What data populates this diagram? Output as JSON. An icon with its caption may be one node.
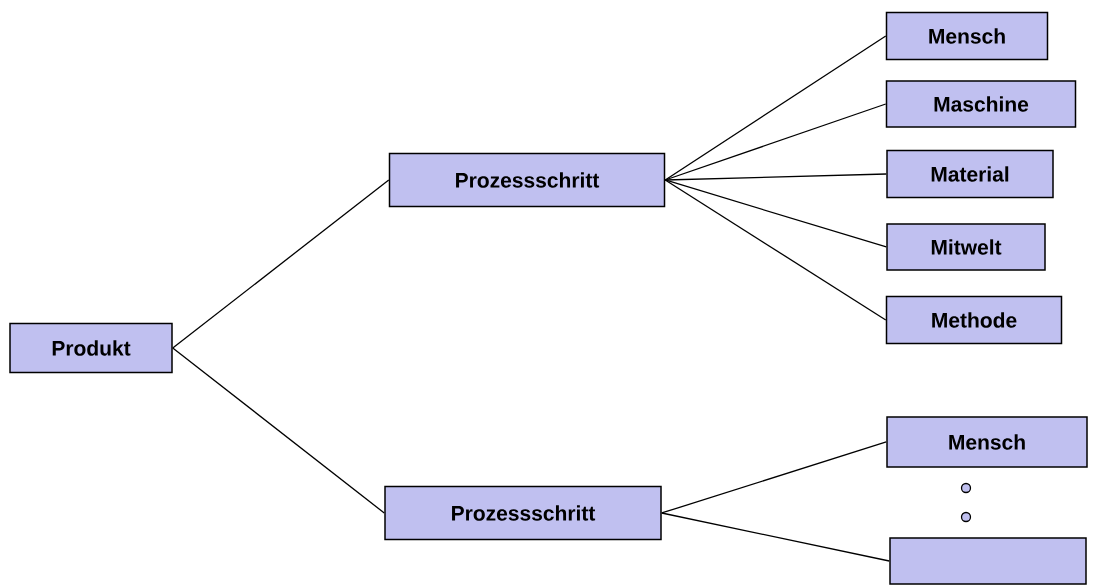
{
  "diagram": {
    "nodes": [
      {
        "text": [
          "Produkt"
        ]
      },
      {
        "text": [
          "Prozessschritt"
        ]
      },
      {
        "text": [
          "Prozessschritt"
        ]
      },
      {
        "text": [
          "Mensch"
        ]
      },
      {
        "text": [
          "Maschine"
        ]
      },
      {
        "text": [
          "Material"
        ]
      },
      {
        "text": [
          "Mitwelt"
        ]
      },
      {
        "text": [
          "Methode"
        ]
      },
      {
        "text": [
          "Mensch"
        ]
      },
      {
        "text": [],
        "shape": "box"
      }
    ],
    "edges": [
      {
        "from": 0,
        "to": 1,
        "arrow": "none"
      },
      {
        "from": 0,
        "to": 2,
        "arrow": "none"
      },
      {
        "from": 1,
        "to": 3,
        "arrow": "none"
      },
      {
        "from": 1,
        "to": 4,
        "arrow": "none"
      },
      {
        "from": 1,
        "to": 5,
        "arrow": "none"
      },
      {
        "from": 1,
        "to": 6,
        "arrow": "none"
      },
      {
        "from": 1,
        "to": 7,
        "arrow": "none"
      },
      {
        "from": 2,
        "to": 8,
        "arrow": "none"
      },
      {
        "from": 2,
        "to": 9,
        "arrow": "none"
      }
    ]
  }
}
